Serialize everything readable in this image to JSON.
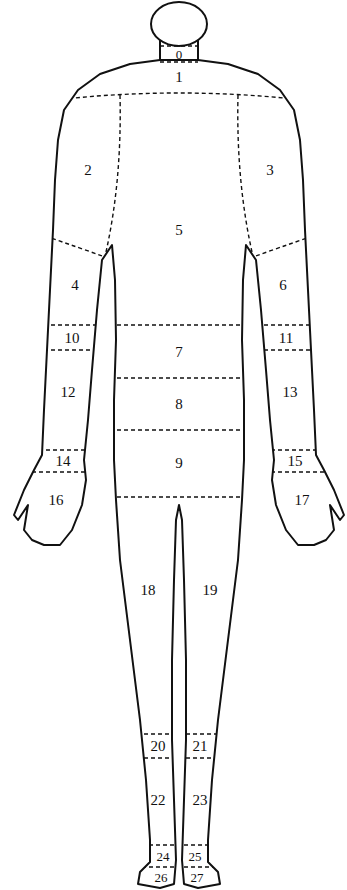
{
  "diagram": {
    "labels": [
      "0",
      "1",
      "2",
      "3",
      "4",
      "5",
      "6",
      "7",
      "8",
      "9",
      "10",
      "11",
      "12",
      "13",
      "14",
      "15",
      "16",
      "17",
      "18",
      "19",
      "20",
      "21",
      "22",
      "23",
      "24",
      "25",
      "26",
      "27"
    ]
  }
}
